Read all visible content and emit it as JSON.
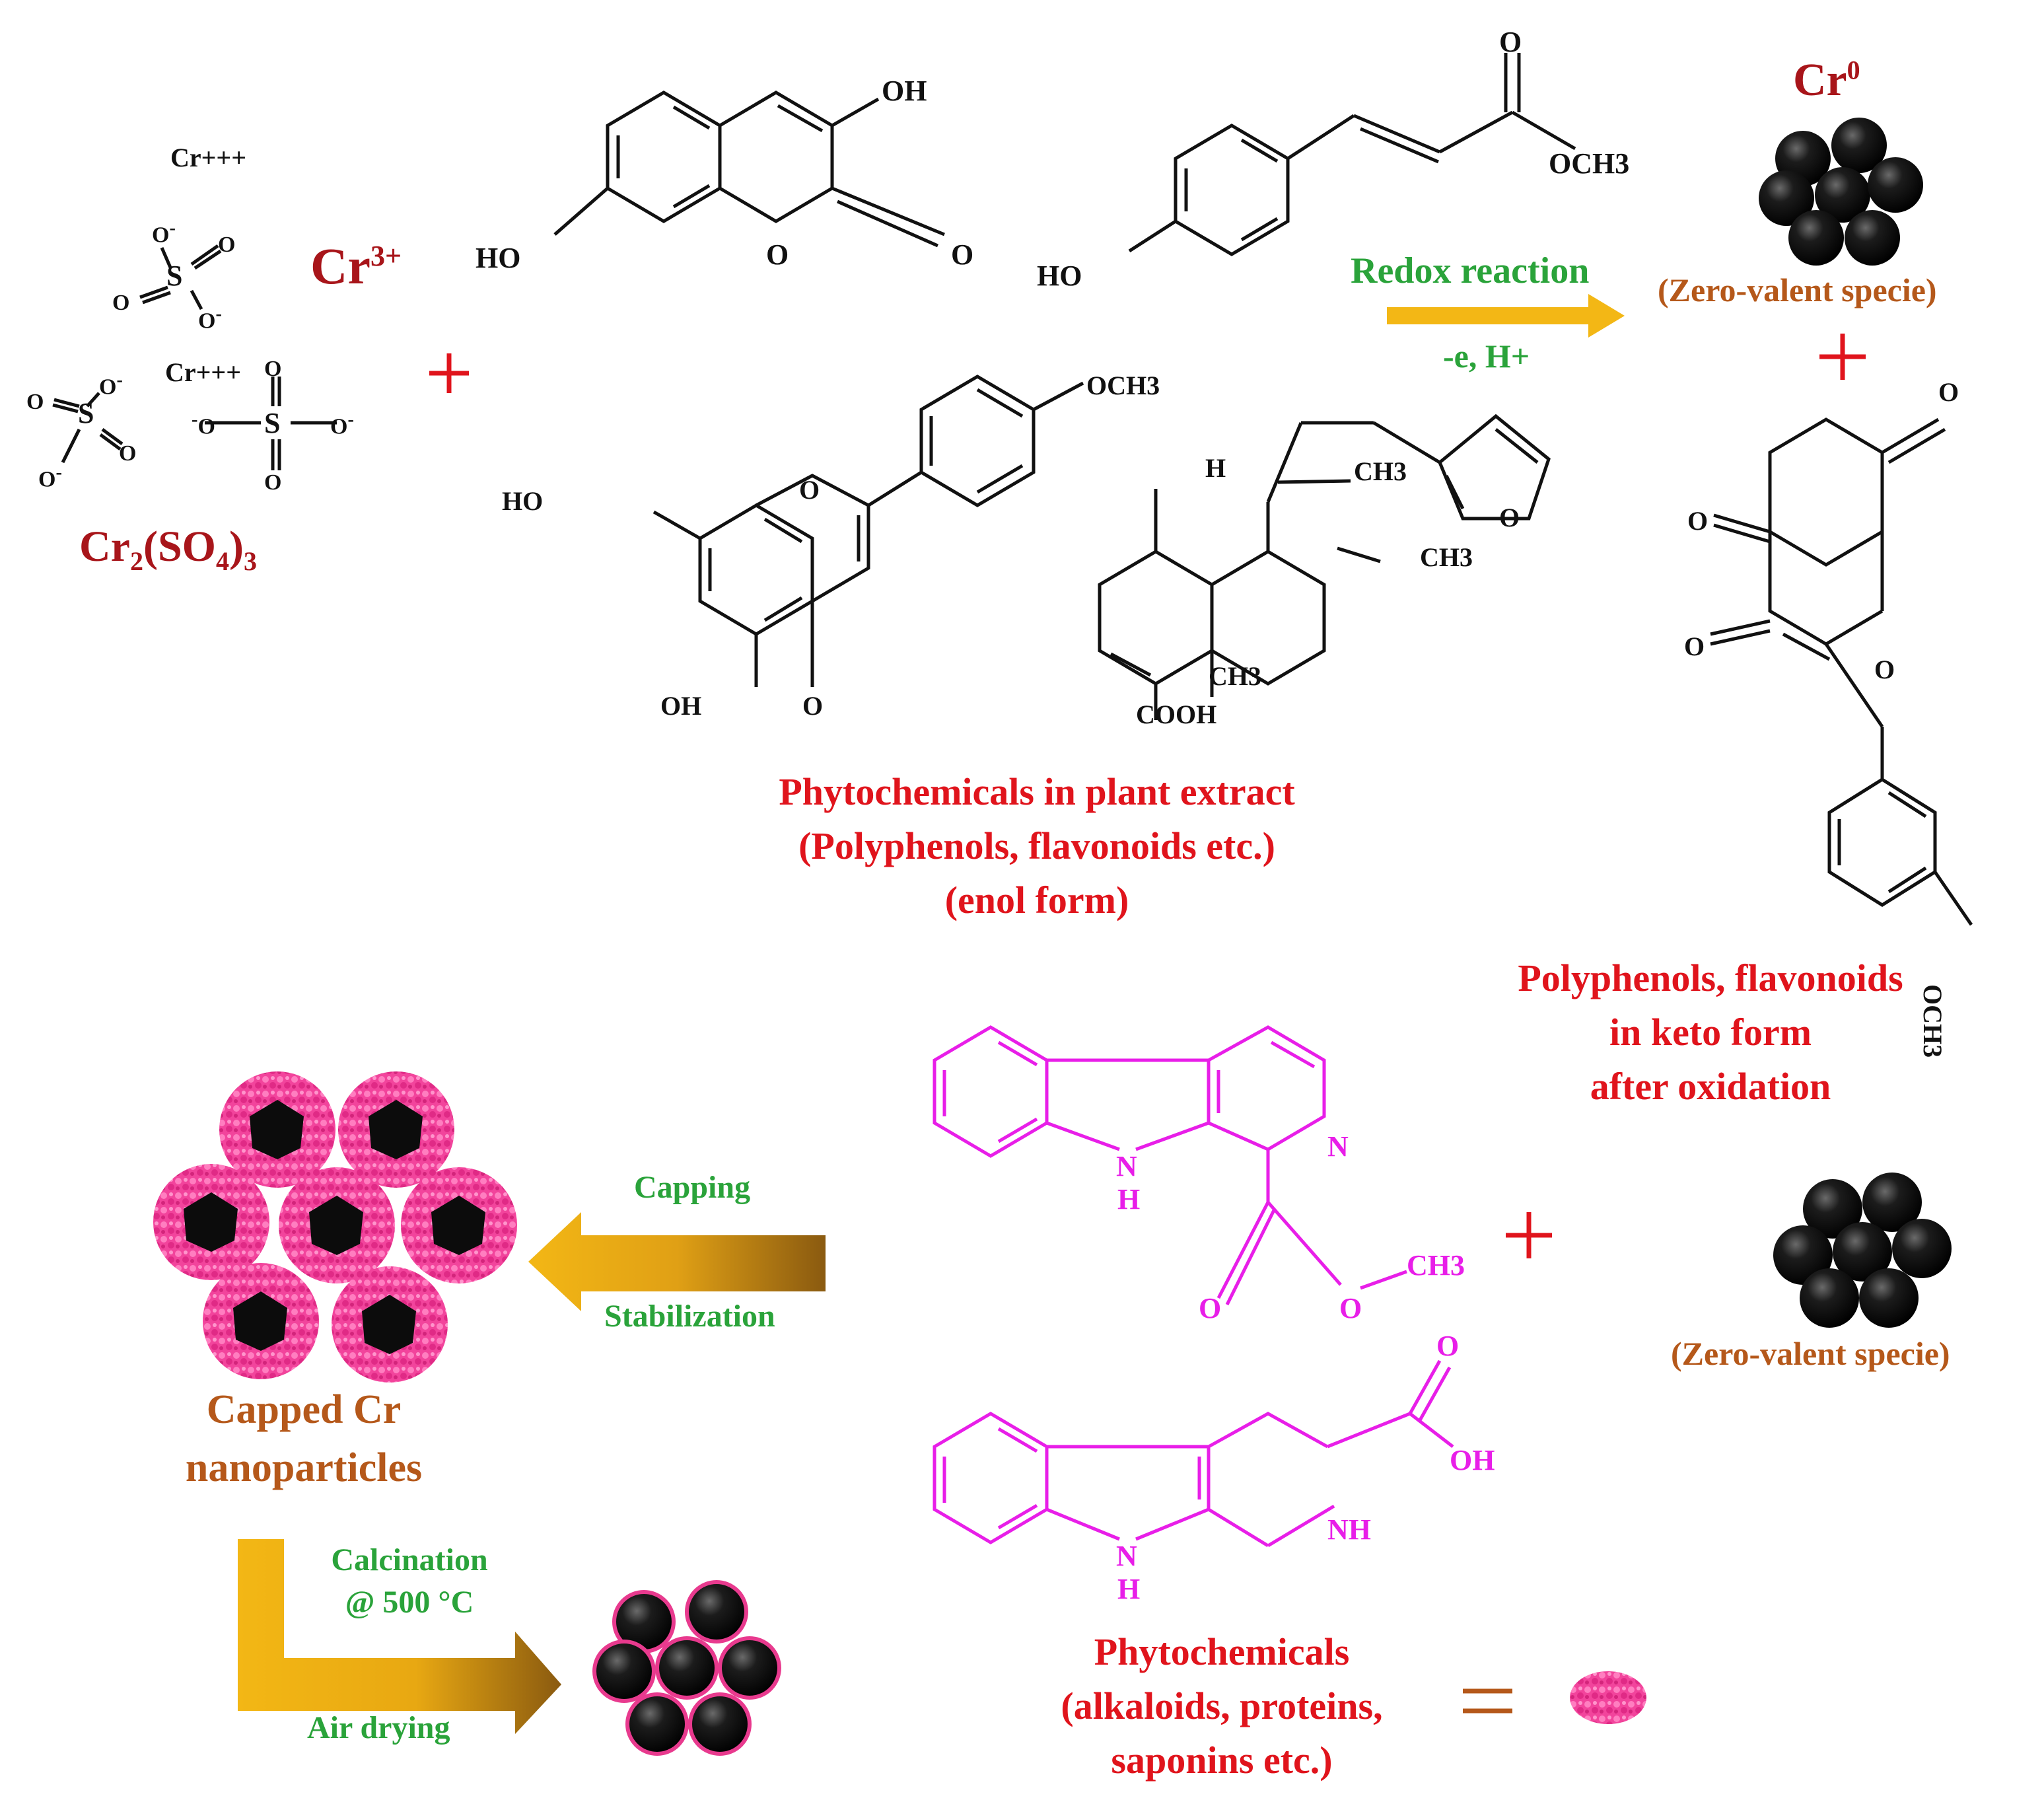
{
  "colors": {
    "red": "#e0141c",
    "dark_red": "#a8151a",
    "brown": "#b5581a",
    "green": "#2aa33a",
    "magenta": "#e81ee8",
    "gold": "#f3b715",
    "bronze": "#8a5a10",
    "pink": "#f2449c",
    "black_particle": "#111111"
  },
  "precursor": {
    "cr3_label": "Cr",
    "cr3_sup": "3+",
    "cr_ion_a": "Cr+++",
    "cr_ion_b": "Cr+++",
    "formula_cr": "Cr",
    "formula_sub2": "2",
    "formula_so": "(SO",
    "formula_sub4": "4",
    "formula_close": ")",
    "formula_sub3": "3"
  },
  "enol_molecules": {
    "coumarin_oh": "OH",
    "coumarin_ho": "HO",
    "coumarin_o1": "O",
    "coumarin_o2": "O",
    "cinnamate_o": "O",
    "cinnamate_och3": "OCH3",
    "cinnamate_ho": "HO",
    "flavone_och3": "OCH3",
    "flavone_ho": "HO",
    "flavone_o_ring": "O",
    "flavone_oh": "OH",
    "flavone_o_keto": "O",
    "terpene_h": "H",
    "terpene_ch3_a": "CH3",
    "terpene_ch3_b": "CH3",
    "terpene_ch3_c": "CH3",
    "terpene_cooh": "COOH",
    "terpene_o": "O"
  },
  "reaction": {
    "redox_label": "Redox reaction",
    "redox_sub": "-e, H+"
  },
  "cr0": {
    "label": "Cr",
    "sup": "0",
    "caption": "(Zero-valent specie)"
  },
  "keto_molecule": {
    "o_top": "O",
    "o_left": "O",
    "o_left2": "O",
    "o_ring": "O",
    "och3": "OCH3"
  },
  "captions": {
    "plant_line1": "Phytochemicals in plant extract",
    "plant_line2": "(Polyphenols, flavonoids etc.)",
    "plant_line3": "(enol form)",
    "keto_line1": "Polyphenols, flavonoids",
    "keto_line2": "in keto form",
    "keto_line3": "after oxidation",
    "zero_valent_2": "(Zero-valent specie)",
    "capped_line1": "Capped Cr",
    "capped_line2": "nanoparticles",
    "alk_line1": "Phytochemicals",
    "alk_line2": "(alkaloids, proteins,",
    "alk_line3": "saponins etc.)",
    "equals": "="
  },
  "arrows": {
    "capping": "Capping",
    "stabilization": "Stabilization",
    "calcination_1": "Calcination",
    "calcination_2": "@ 500 °C",
    "air_drying": "Air drying"
  },
  "alkaloids": {
    "a_n": "N",
    "a_nh_n": "N",
    "a_nh_h": "H",
    "a_o1": "O",
    "a_o2": "O",
    "a_ch3": "CH3",
    "b_o": "O",
    "b_oh": "OH",
    "b_nh": "NH",
    "b_n": "N",
    "b_h": "H"
  },
  "plus_signs": [
    "+",
    "+",
    "+"
  ]
}
